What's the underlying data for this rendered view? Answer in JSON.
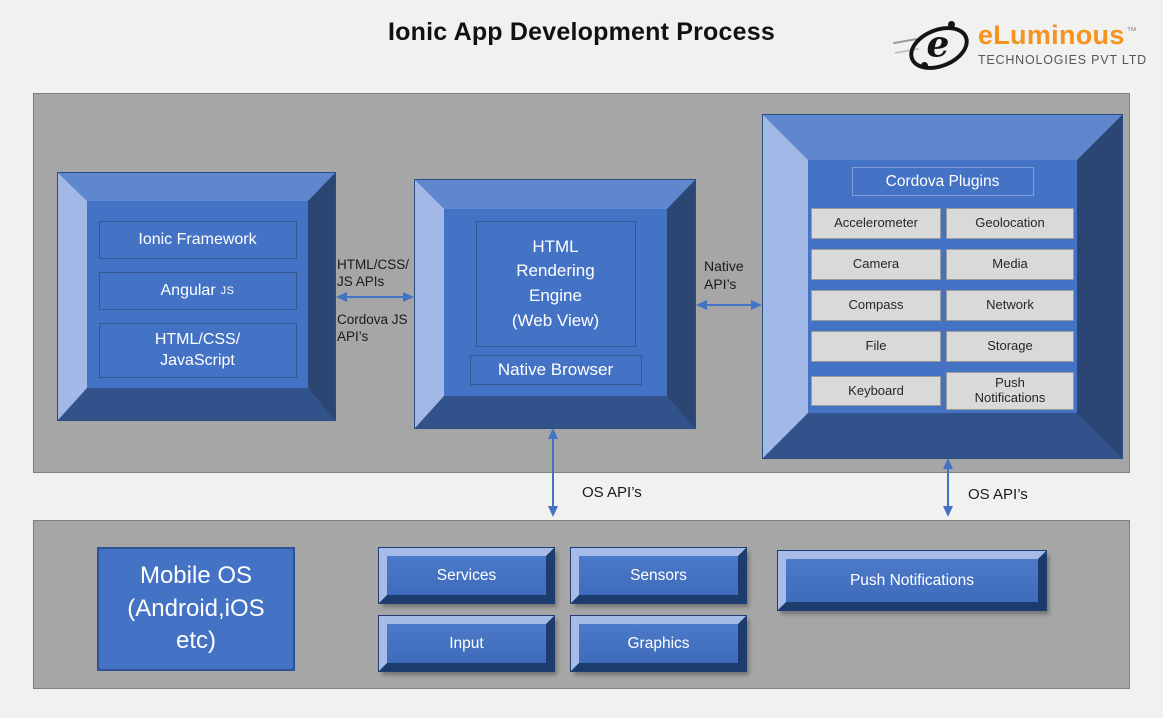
{
  "title": "Ionic App Development Process",
  "logo": {
    "letter": "e",
    "brand": "eLuminous",
    "tm": "™",
    "sub": "TECHNOLOGIES PVT LTD"
  },
  "colors": {
    "accent_blue": "#4472C4",
    "bevel_light": "#A2B8E6",
    "bevel_dark": "#2C4674",
    "panel_gray": "#A6A6A6",
    "plugin_cell_gray": "#D9D9D9",
    "brand_orange": "#F6921E",
    "arrow_blue": "#4472C4"
  },
  "top_panel": {
    "client_stack": {
      "items": [
        {
          "text": "Ionic Framework"
        },
        {
          "text": "Angular",
          "suffix": "JS"
        },
        {
          "text": "HTML/CSS/\nJavaScript"
        }
      ]
    },
    "webview_stack": {
      "engine": "HTML\nRendering\nEngine\n(Web View)",
      "browser": "Native Browser"
    },
    "plugins": {
      "header": "Cordova Plugins",
      "cells": [
        "Accelerometer",
        "Geolocation",
        "Camera",
        "Media",
        "Compass",
        "Network",
        "File",
        "Storage",
        "Keyboard",
        "Push\nNotifications"
      ]
    }
  },
  "connectors": {
    "left_middle_top": "HTML/CSS/\nJS APIs",
    "left_middle_bottom": "Cordova JS\nAPI’s",
    "middle_right": "Native\nAPI’s",
    "os_api_left": "OS API’s",
    "os_api_right": "OS API’s"
  },
  "bottom_panel": {
    "mobile_os": "Mobile OS\n(Android,iOS\netc)",
    "buttons": [
      "Services",
      "Sensors",
      "Input",
      "Graphics"
    ],
    "push_button": "Push Notifications"
  }
}
